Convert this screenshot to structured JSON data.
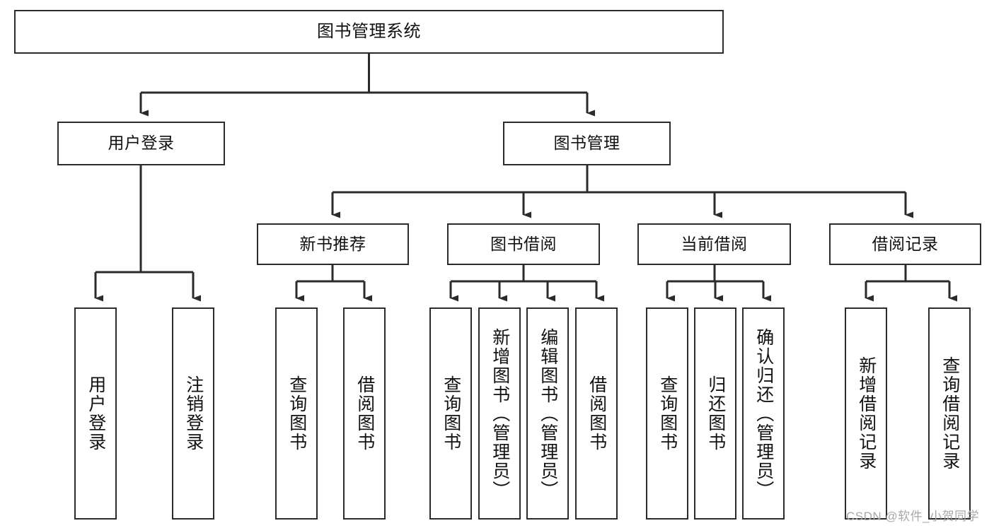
{
  "diagram": {
    "title_node": {
      "label": "图书管理系统"
    },
    "colors": {
      "box_border": "#2b2b2b",
      "box_fill": "#ffffff",
      "edge": "#2b2b2b",
      "text": "#111111",
      "watermark": "#a8a8a8",
      "background": "#ffffff"
    },
    "level2": [
      {
        "label": "用户登录"
      },
      {
        "label": "图书管理"
      }
    ],
    "level3": [
      {
        "label": "新书推荐"
      },
      {
        "label": "图书借阅"
      },
      {
        "label": "当前借阅"
      },
      {
        "label": "借阅记录"
      }
    ],
    "leaves": {
      "user_login": [
        {
          "label": "用户登录"
        },
        {
          "label": "注销登录"
        }
      ],
      "new_book_recommend": [
        {
          "label": "查询图书"
        },
        {
          "label": "借阅图书"
        }
      ],
      "book_borrow": [
        {
          "label": "查询图书"
        },
        {
          "label": "新增图书（管理员）"
        },
        {
          "label": "编辑图书（管理员）"
        },
        {
          "label": "借阅图书"
        }
      ],
      "current_borrow": [
        {
          "label": "查询图书"
        },
        {
          "label": "归还图书"
        },
        {
          "label": "确认归还（管理员）"
        }
      ],
      "borrow_record": [
        {
          "label": "新增借阅记录"
        },
        {
          "label": "查询借阅记录"
        }
      ]
    }
  },
  "watermark": {
    "text": "CSDN @软件_小贺同学"
  }
}
